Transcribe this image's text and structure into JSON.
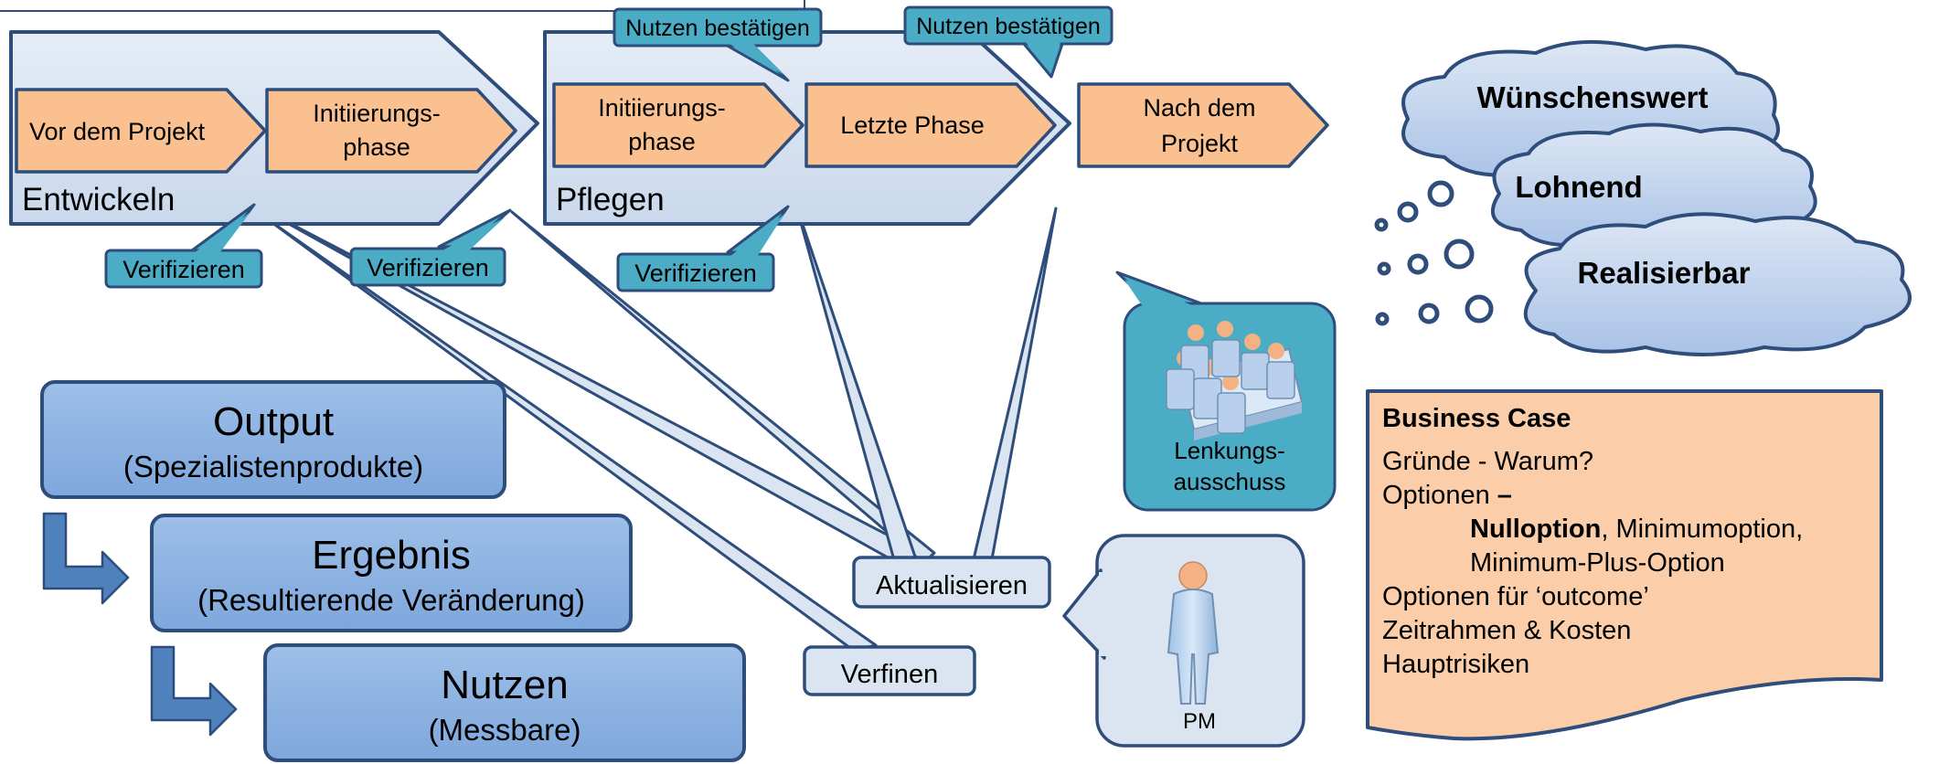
{
  "stages": {
    "entwickeln": "Entwickeln",
    "pflegen": "Pflegen",
    "vor_dem_projekt": "Vor dem Projekt",
    "initiierung_1a": "Initiierungs-",
    "initiierung_1b": "phase",
    "initiierung_2a": "Initiierungs-",
    "initiierung_2b": "phase",
    "letzte_phase": "Letzte Phase",
    "nach_dem_projekt_a": "Nach dem",
    "nach_dem_projekt_b": "Projekt"
  },
  "callouts": {
    "nutzen_bestaetigen_1": "Nutzen bestätigen",
    "nutzen_bestaetigen_2": "Nutzen bestätigen",
    "verifizieren_1": "Verifizieren",
    "verifizieren_2": "Verifizieren",
    "verifizieren_3": "Verifizieren",
    "aktualisieren": "Aktualisieren",
    "verfinen": "Verfinen"
  },
  "clouds": {
    "wuenschenswert": "Wünschenswert",
    "lohnend": "Lohnend",
    "realisierbar": "Realisierbar"
  },
  "results": {
    "output_title": "Output",
    "output_sub": "(Spezialistenprodukte)",
    "ergebnis_title": "Ergebnis",
    "ergebnis_sub": "(Resultierende Veränderung)",
    "nutzen_title": "Nutzen",
    "nutzen_sub": "(Messbare)"
  },
  "roles": {
    "lenkung_a": "Lenkungs-",
    "lenkung_b": "ausschuss",
    "pm": "PM"
  },
  "business_case": {
    "title": "Business Case",
    "line_gruende": "Gründe  - Warum?",
    "line_optionen": "Optionen",
    "line_optionen_dash": " –",
    "line_nulloption": "Nulloption",
    "line_minimum": ", Minimumoption,",
    "line_minimum_plus": "Minimum-Plus-Option",
    "line_outcome": "Optionen für ‘outcome’",
    "line_zeitrahmen": "Zeitrahmen  &  Kosten",
    "line_risiken": "Hauptrisiken"
  },
  "colors": {
    "chevron_fill": "#fac090",
    "outline_blue": "#2e4d7b",
    "phase_fill": "#dbe5f1",
    "callout_fill": "#4bacc6",
    "result_fill": "#8eb4e3",
    "cloud_fill": "#b9cdea",
    "business_case_fill": "#fbcea9"
  }
}
